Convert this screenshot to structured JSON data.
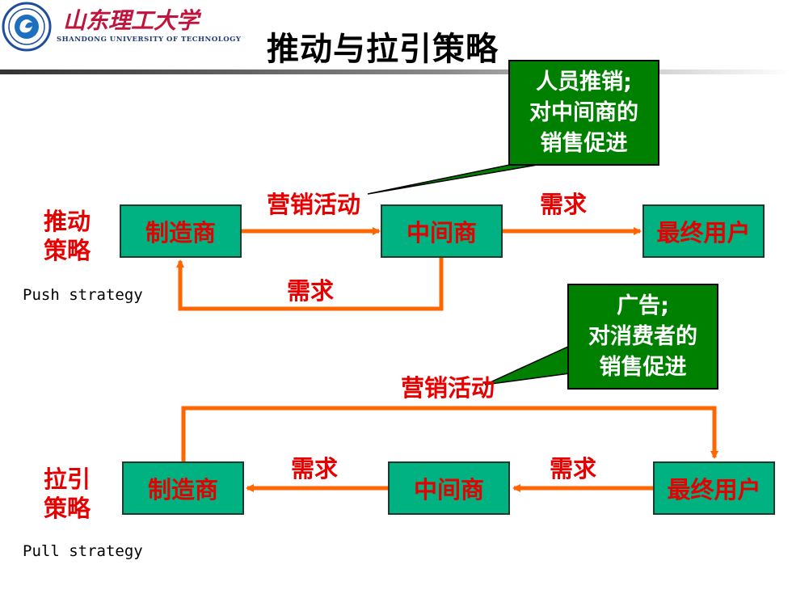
{
  "header": {
    "title": "推动与拉引策略",
    "logo_cn": "山东理工大学",
    "logo_en": "SHANDONG UNIVERSITY OF TECHNOLOGY"
  },
  "push": {
    "side_label_line1": "推动",
    "side_label_line2": "策略",
    "english": "Push strategy",
    "box_manufacturer": "制造商",
    "box_intermediary": "中间商",
    "box_end_user": "最终用户",
    "label_marketing": "营销活动",
    "label_demand_right": "需求",
    "label_demand_return": "需求",
    "callout": [
      "人员推销;",
      "对中间商的",
      "销售促进"
    ]
  },
  "pull": {
    "side_label_line1": "拉引",
    "side_label_line2": "策略",
    "english": "Pull strategy",
    "box_manufacturer": "制造商",
    "box_intermediary": "中间商",
    "box_end_user": "最终用户",
    "label_marketing": "营销活动",
    "label_demand_left": "需求",
    "label_demand_right": "需求",
    "callout": [
      "广告;",
      "对消费者的",
      "销售促进"
    ]
  },
  "colors": {
    "box_fill": "#00b282",
    "text_red": "#e60000",
    "arrow_orange": "#ff6600",
    "callout_fill": "#008000"
  }
}
